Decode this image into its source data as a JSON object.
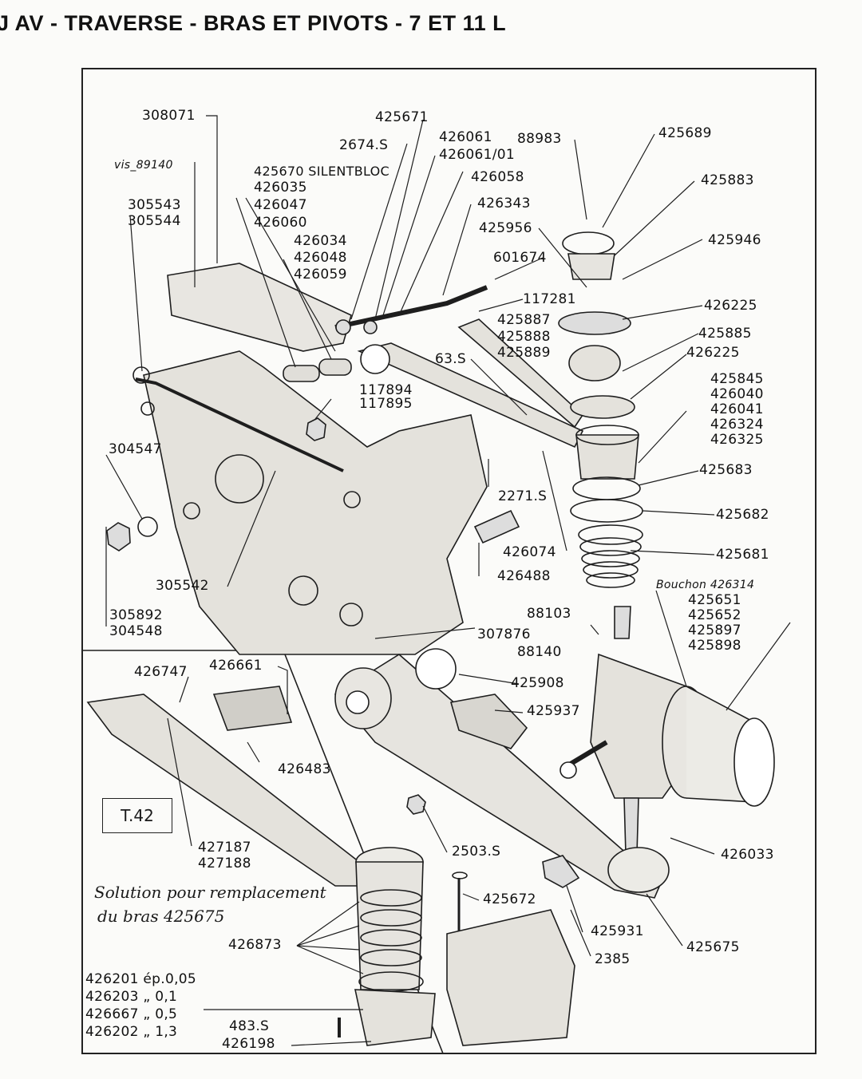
{
  "title": "J AV - TRAVERSE - BRAS ET PIVOTS - 7 ET 11 L",
  "inset_tag": "T.42",
  "note": {
    "line1": "Solution pour remplacement",
    "line2": "du bras 425675"
  },
  "labels": {
    "p308071": "308071",
    "vis89140": "vis_89140",
    "p305543": "305543",
    "p305544": "305544",
    "p425670": "425670 SILENTBLOC",
    "p426035": "426035",
    "p426047": "426047",
    "p426060": "426060",
    "p426034": "426034",
    "p426048": "426048",
    "p426059": "426059",
    "p425671": "425671",
    "p2674s": "2674.S",
    "p426061": "426061",
    "p426061_01": "426061/01",
    "p426058": "426058",
    "p88983": "88983",
    "p426343": "426343",
    "p425956": "425956",
    "p601674": "601674",
    "p117281": "117281",
    "p425887": "425887",
    "p425888": "425888",
    "p425889": "425889",
    "p63s": "63.S",
    "p425689": "425689",
    "p425883": "425883",
    "p425946": "425946",
    "p426225a": "426225",
    "p425885": "425885",
    "p426225b": "426225",
    "p425845": "425845",
    "p426040": "426040",
    "p426041": "426041",
    "p426324": "426324",
    "p426325": "426325",
    "p425683": "425683",
    "p425682": "425682",
    "p425681": "425681",
    "p117894": "117894",
    "p117895": "117895",
    "p304547": "304547",
    "p2271s": "2271.S",
    "p426074": "426074",
    "p426488": "426488",
    "p305542": "305542",
    "p305892": "305892",
    "p304548": "304548",
    "p307876": "307876",
    "p88103": "88103",
    "p88140": "88140",
    "bouchon": "Bouchon 426314",
    "p425651": "425651",
    "p425652": "425652",
    "p425897": "425897",
    "p425898": "425898",
    "p426747": "426747",
    "p426661": "426661",
    "p425908": "425908",
    "p425937": "425937",
    "p426483": "426483",
    "p427187": "427187",
    "p427188": "427188",
    "p2503s": "2503.S",
    "p426033": "426033",
    "p425672": "425672",
    "p426873": "426873",
    "p425931": "425931",
    "p425675": "425675",
    "p2385": "2385",
    "sh1": "426201 ép.0,05",
    "sh2": "426203 „ 0,1",
    "sh3": "426667 „ 0,5",
    "sh4": "426202 „ 1,3",
    "p483s": "483.S",
    "p426198": "426198"
  }
}
